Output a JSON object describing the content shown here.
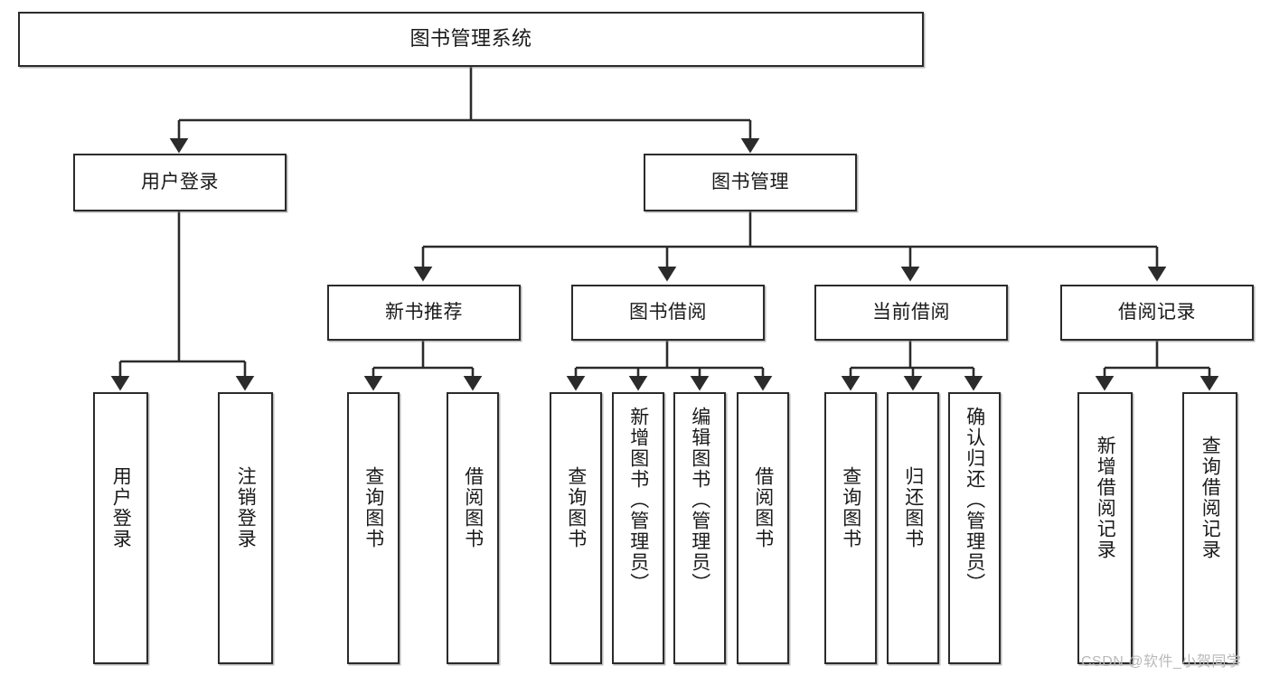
{
  "diagram": {
    "type": "hierarchy-tree",
    "title": "图书管理系统",
    "watermark": "CSDN @软件_小贺同学",
    "colors": {
      "stroke": "#2b2b2b",
      "fill": "#ffffff",
      "text": "#1a1a1a",
      "watermark": "#b9b9b9"
    },
    "nodes": {
      "root": {
        "label": "图书管理系统"
      },
      "level2": [
        {
          "id": "user-login",
          "label": "用户登录"
        },
        {
          "id": "book-manage",
          "label": "图书管理"
        }
      ],
      "level3": [
        {
          "id": "new-book-rec",
          "label": "新书推荐"
        },
        {
          "id": "book-borrow",
          "label": "图书借阅"
        },
        {
          "id": "current-borrow",
          "label": "当前借阅"
        },
        {
          "id": "borrow-record",
          "label": "借阅记录"
        }
      ],
      "leaves": {
        "user-login": [
          {
            "id": "leaf-user-login",
            "label": "用户登录"
          },
          {
            "id": "leaf-logout",
            "label": "注销登录"
          }
        ],
        "new-book-rec": [
          {
            "id": "leaf-query-book-1",
            "label": "查询图书"
          },
          {
            "id": "leaf-borrow-book-1",
            "label": "借阅图书"
          }
        ],
        "book-borrow": [
          {
            "id": "leaf-query-book-2",
            "label": "查询图书"
          },
          {
            "id": "leaf-add-book",
            "label": "新增图书（管理员）"
          },
          {
            "id": "leaf-edit-book",
            "label": "编辑图书（管理员）"
          },
          {
            "id": "leaf-borrow-book-2",
            "label": "借阅图书"
          }
        ],
        "current-borrow": [
          {
            "id": "leaf-query-book-3",
            "label": "查询图书"
          },
          {
            "id": "leaf-return-book",
            "label": "归还图书"
          },
          {
            "id": "leaf-confirm-return",
            "label": "确认归还（管理员）"
          }
        ],
        "borrow-record": [
          {
            "id": "leaf-add-record",
            "label": "新增借阅记录"
          },
          {
            "id": "leaf-query-record",
            "label": "查询借阅记录"
          }
        ]
      }
    }
  }
}
